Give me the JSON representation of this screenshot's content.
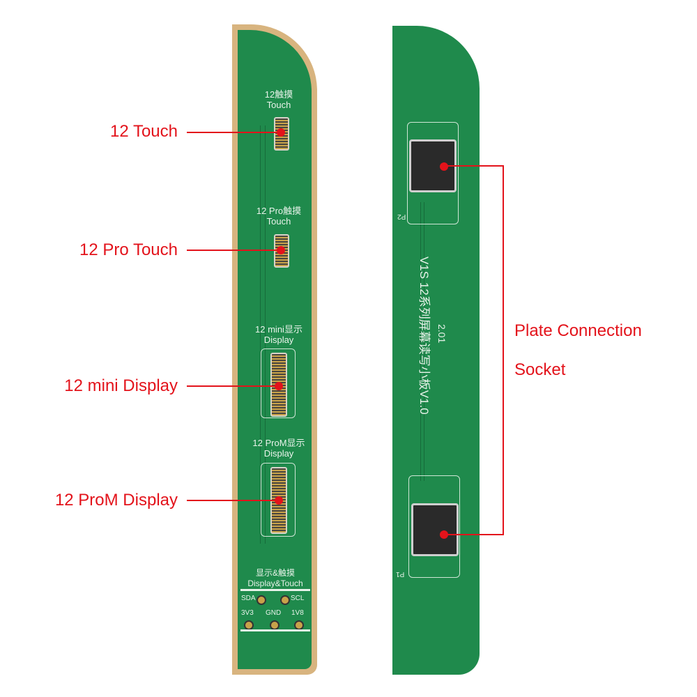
{
  "callouts_left": [
    "12 Touch",
    "12 Pro Touch",
    "12 mini Display",
    "12 ProM Display"
  ],
  "callout_right": {
    "line1": "Plate Connection",
    "line2": "Socket"
  },
  "left_board": {
    "silkscreen": [
      {
        "cn": "12触摸",
        "en": "Touch"
      },
      {
        "cn": "12 Pro触摸",
        "en": "Touch"
      },
      {
        "cn": "12 mini显示",
        "en": "Display"
      },
      {
        "cn": "12 ProM显示",
        "en": "Display"
      },
      {
        "cn": "显示&触摸",
        "en": "Display&Touch"
      }
    ],
    "pads": [
      "SDA",
      "SCL",
      "3V3",
      "GND",
      "1V8"
    ]
  },
  "right_board": {
    "title": "V1S 12系列屏幕读写小板V1.0",
    "code": "2.01",
    "p2": "P2",
    "p1": "P1"
  },
  "colors": {
    "accent": "#e3131b",
    "pcb": "#1f8a4c",
    "gold": "#d8b47f"
  }
}
